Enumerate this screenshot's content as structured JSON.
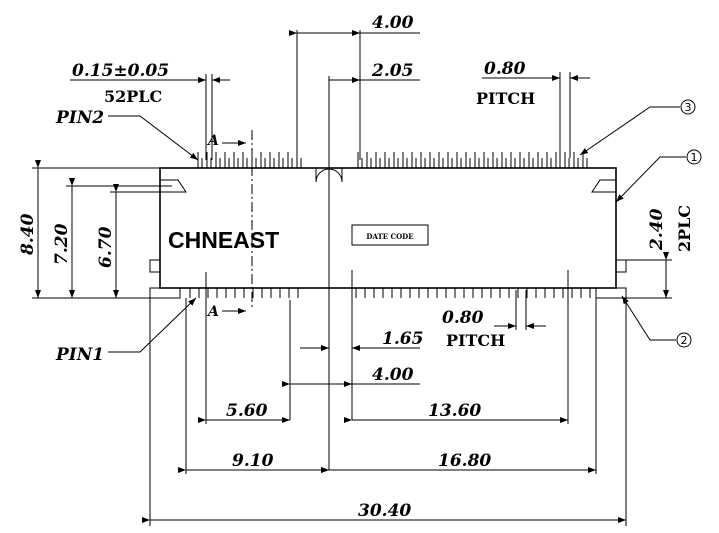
{
  "brand": "CHNEAST",
  "date_code": "DATE CODE",
  "section_marker": "A",
  "pins": {
    "pin2": "PIN2",
    "pin1": "PIN1"
  },
  "dims": {
    "top_4_00": "4.00",
    "top_2_05": "2.05",
    "pitch_top_value": "0.80",
    "pitch_top_label": "PITCH",
    "tol_value": "0.15±0.05",
    "tol_count": "52PLC",
    "h_8_40": "8.40",
    "h_7_20": "7.20",
    "h_6_70": "6.70",
    "h_2_40": "2.40",
    "h_2plc": "2PLC",
    "bot_1_65": "1.65",
    "pitch_bot_value": "0.80",
    "pitch_bot_label": "PITCH",
    "bot_4_00": "4.00",
    "bot_5_60": "5.60",
    "bot_13_60": "13.60",
    "bot_9_10": "9.10",
    "bot_16_80": "16.80",
    "bot_30_40": "30.40"
  },
  "callouts": {
    "c1": "1",
    "c2": "2",
    "c3": "3"
  }
}
